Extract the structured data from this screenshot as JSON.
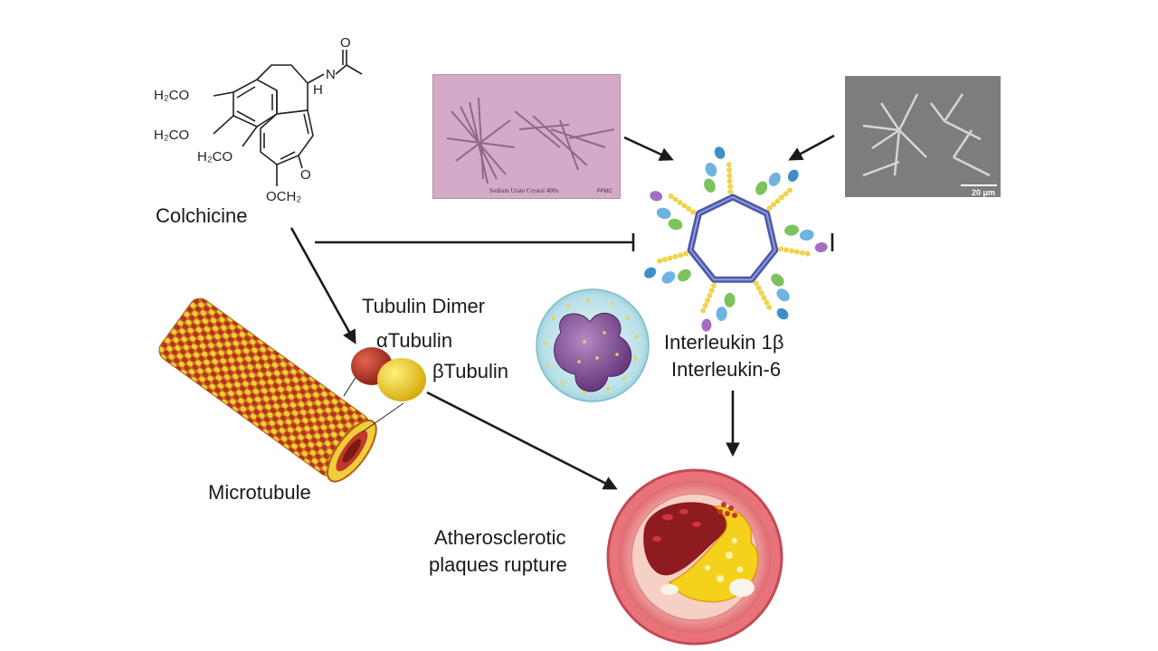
{
  "colors": {
    "arrow": "#1a1a1a",
    "crystal_bg": "#cfa7c6",
    "sem_bg": "#8a8a8a",
    "tubulin_alpha": "#c0392b",
    "tubulin_beta": "#f2d21b",
    "vessel_outer": "#e8737b",
    "plaque_core": "#f4d21c"
  },
  "colchicine": {
    "label": "Colchicine",
    "groups": {
      "methoxy_1": "H₂CO",
      "methoxy_2": "H₂CO",
      "methoxy_3": "H₂CO",
      "methoxy_4": "OCH₂",
      "amide_n": "N",
      "amide_h": "H",
      "ketone_o": "O",
      "acetyl_o": "O"
    }
  },
  "crystal_photo": {
    "caption": "Sodium Urate Crystal 400x",
    "credit": "PPMC"
  },
  "sem_photo": {
    "scale_bar": "20 μm"
  },
  "tubulin": {
    "dimer_label": "Tubulin Dimer",
    "alpha_label": "αTubulin",
    "beta_label": "βTubulin"
  },
  "microtubule": {
    "label": "Microtubule"
  },
  "interleukin": {
    "line1": "Interleukin 1β",
    "line2": "Interleukin-6"
  },
  "plaque": {
    "line1": "Atherosclerotic",
    "line2": "plaques rupture"
  }
}
